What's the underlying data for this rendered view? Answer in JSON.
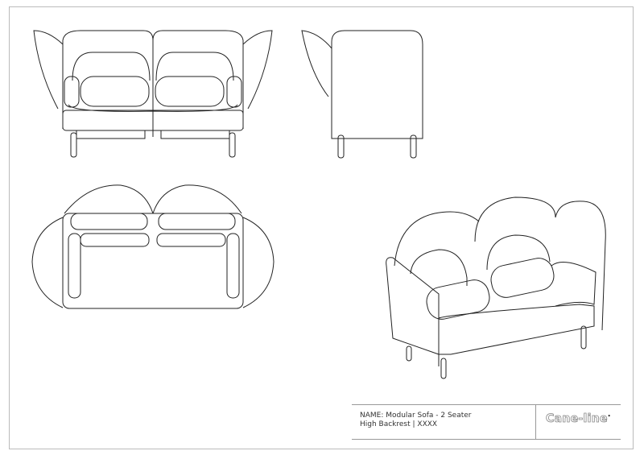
{
  "title_block": {
    "name_line": "NAME: Modular Sofa - 2 Seater",
    "variant_line": "High Backrest | XXXX",
    "logo_text": "Cane-line",
    "logo_mark": "•"
  },
  "views": [
    "front-view",
    "side-view",
    "top-view",
    "perspective-view"
  ]
}
